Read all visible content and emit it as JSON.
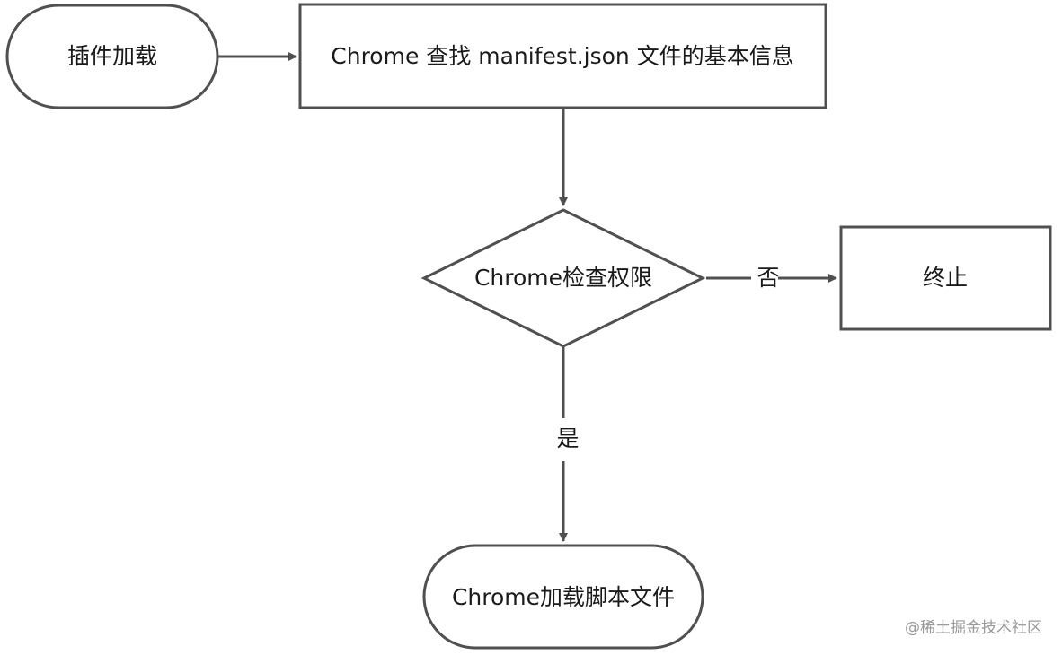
{
  "nodes": {
    "start": "插件加载",
    "read_manifest": "Chrome 查找 manifest.json 文件的基本信息",
    "check_permission": "Chrome检查权限",
    "terminate": "终止",
    "load_scripts": "Chrome加载脚本文件"
  },
  "edges": {
    "no_label": "否",
    "yes_label": "是"
  },
  "watermark": "@稀土掘金技术社区"
}
